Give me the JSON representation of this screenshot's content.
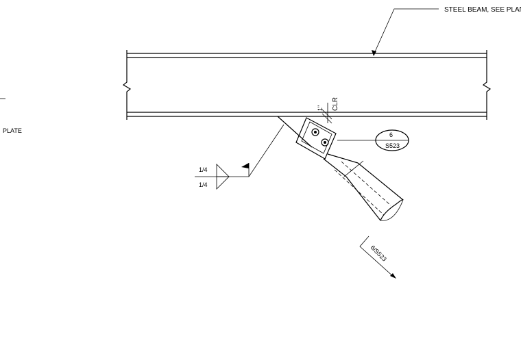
{
  "labels": {
    "beam_callout": "STEEL BEAM, SEE PLAN",
    "plate_callout": "PLATE",
    "clearance_value": "1\"",
    "clearance_label": "CLR",
    "weld_size_top": "1/4",
    "weld_size_bottom": "1/4",
    "detail_number": "6",
    "detail_sheet": "S523",
    "section_cut": "6/S523"
  },
  "colors": {
    "line": "#000000",
    "background": "#ffffff"
  }
}
